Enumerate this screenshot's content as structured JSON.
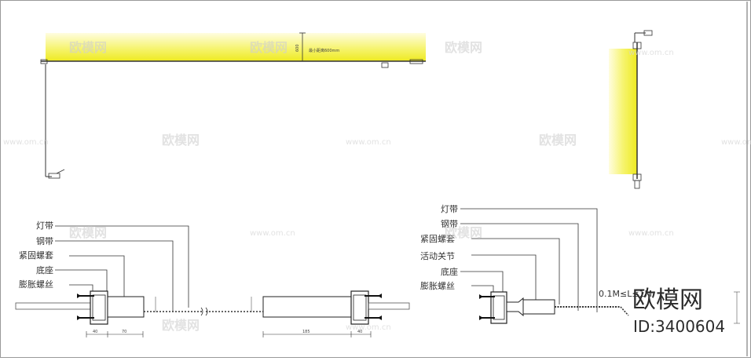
{
  "top_left": {
    "dim_vertical": "600",
    "dim_note": "最小距离600mm"
  },
  "detail_left": {
    "labels": [
      "灯带",
      "钢带",
      "紧固螺套",
      "底座",
      "膨胀螺丝"
    ],
    "dims": [
      "40",
      "70",
      "185",
      "40"
    ]
  },
  "detail_right": {
    "labels": [
      "灯带",
      "钢带",
      "紧固螺套",
      "活动关节",
      "底座",
      "膨胀螺丝"
    ],
    "length_note": "0.1M≤L≤1M"
  },
  "watermark": {
    "text": "欧模网",
    "url": "www.om.cn"
  },
  "brand": {
    "name": "欧模网",
    "id": "ID:3400604"
  },
  "colors": {
    "light_yellow": "#f3f04a",
    "line": "#333333"
  }
}
